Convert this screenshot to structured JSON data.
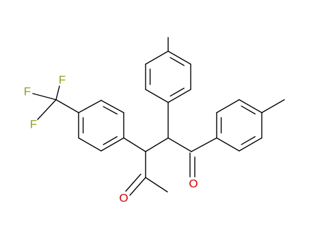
{
  "molecule": {
    "atoms": {
      "F1": {
        "label": "F",
        "color": "#8aa31a"
      },
      "F2": {
        "label": "F",
        "color": "#8aa31a"
      },
      "F3": {
        "label": "F",
        "color": "#8aa31a"
      },
      "O_ketone_left": {
        "label": "O",
        "color": "#d10000"
      },
      "O_ketone_right": {
        "label": "O",
        "color": "#d10000"
      }
    },
    "bond_color": "#000000",
    "background": "#ffffff"
  }
}
